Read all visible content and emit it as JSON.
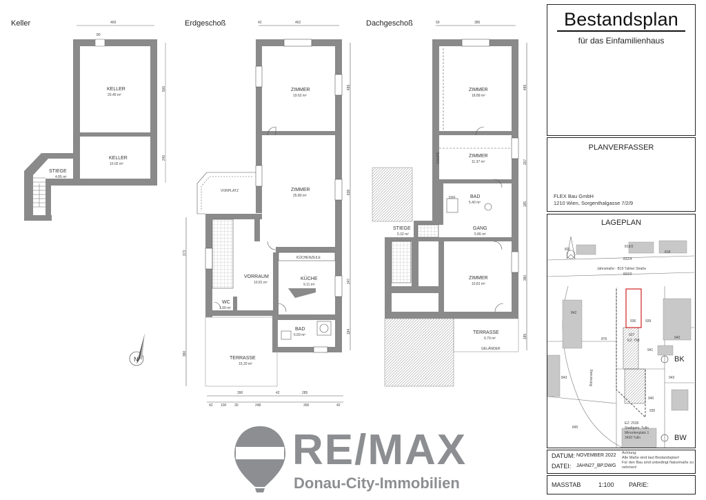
{
  "floors": {
    "keller": "Keller",
    "erdgeschoss": "Erdgeschoß",
    "dachgeschoss": "Dachgeschoß"
  },
  "rooms": {
    "keller1": {
      "name": "KELLER",
      "area": "20.45 m²"
    },
    "keller2": {
      "name": "KELLER",
      "area": "10.02 m²"
    },
    "stiege_k": {
      "name": "STIEGE",
      "area": "4.85 m²"
    },
    "eg_zimmer1": {
      "name": "ZIMMER",
      "area": "19.62 m²"
    },
    "eg_vorplatz": {
      "name": "VORPLATZ"
    },
    "eg_zimmer2": {
      "name": "ZIMMER",
      "area": "25.80 m²"
    },
    "eg_vorraum": {
      "name": "VORRAUM",
      "area": "10.81 m²"
    },
    "eg_kuechenzeile": {
      "name": "KÜCHENZEILE"
    },
    "eg_kueche": {
      "name": "KÜCHE",
      "area": "9.11 m²"
    },
    "eg_wc": {
      "name": "WC",
      "area": "1.00 m²"
    },
    "eg_bad": {
      "name": "BAD",
      "area": "6.69 m²"
    },
    "eg_terrasse": {
      "name": "TERRASSE",
      "area": "15.20 m²"
    },
    "dg_zimmer1": {
      "name": "ZIMMER",
      "area": "18.89 m²"
    },
    "dg_zimmer2": {
      "name": "ZIMMER",
      "area": "11.37 m²"
    },
    "dg_gaupe": {
      "name": "GAUPE"
    },
    "dg_dff": {
      "name": "DFF"
    },
    "dg_bad": {
      "name": "BAD",
      "area": "5.40 m²"
    },
    "dg_stiege": {
      "name": "STIEGE",
      "area": "5.32 m²"
    },
    "dg_gang": {
      "name": "GANG",
      "area": "5.86 m²"
    },
    "dg_zimmer3": {
      "name": "ZIMMER",
      "area": "10.81 m²"
    },
    "dg_terrasse": {
      "name": "TERRASSE",
      "area": "6.79 m²"
    },
    "dg_gelaender": {
      "name": "GELÄNDER"
    }
  },
  "dims": {
    "k_top": "469",
    "k_win": "80",
    "k_r1": "500",
    "k_r2": "240",
    "eg_top1": "42",
    "eg_top2": "462",
    "eg_r1": "489",
    "eg_r2": "838",
    "eg_r3": "347",
    "eg_r4": "184",
    "eg_l1": "373",
    "eg_l2": "380",
    "eg_b1": "390",
    "eg_b2": "42",
    "eg_b3": "285",
    "eg_c1": "42",
    "eg_c2": "100",
    "eg_c3": "30",
    "eg_c4": "248",
    "eg_c5": "300",
    "eg_c6": "42",
    "dg_top1": "59",
    "dg_top2": "385",
    "dg_r1": "489",
    "dg_r2": "267",
    "dg_r3": "185",
    "dg_r4": "380",
    "dg_r5": "185"
  },
  "title_block": {
    "title": "Bestandsplan",
    "subtitle": "für das Einfamilienhaus",
    "author_head": "PLANVERFASSER",
    "author_name": "FLEX Bau GmbH",
    "author_addr": "1210 Wien, Sorgenthalgasse 7/2/9",
    "site_head": "LAGEPLAN",
    "datum_label": "DATUM:",
    "datum_value": "NOVEMBER 2022",
    "datei_label": "DATEI:",
    "datei_value": "JAHN27_BP.DWG",
    "note1": "Achtung:",
    "note2": "Alle Maße sind laut Bestandsplan!",
    "note3": "Für den Bau sind unbedingt Naturmaße zu nehmen!",
    "masstab_label": "MASSTAB",
    "masstab_value": "1:100",
    "parie_label": "PARIE:"
  },
  "lageplan": {
    "street": "Jahnstraße - B19 Tullner Straße",
    "parcels": [
      "821",
      "819/2",
      "818",
      "832/4",
      "832/2",
      "842",
      "936",
      "939",
      "876",
      "937",
      "EZ: 758",
      "942",
      "941",
      "843",
      "Römerweg",
      "943",
      "940",
      "935",
      "845",
      "EZ: 2539"
    ],
    "owner1": "Stadtgem. Tulln",
    "owner2": "Minoritenplatz 1",
    "owner3": "3430 Tulln",
    "bk": "BK",
    "bw": "BW"
  },
  "brand": {
    "balloon": "RE/MAX",
    "name": "RE/MAX",
    "tagline": "Donau-City-Immobilien"
  },
  "colors": {
    "wall": "#8a8a8a",
    "brand_gray": "#8c8e91",
    "property_red": "#d02020",
    "hatch": "#9a9a9a"
  }
}
